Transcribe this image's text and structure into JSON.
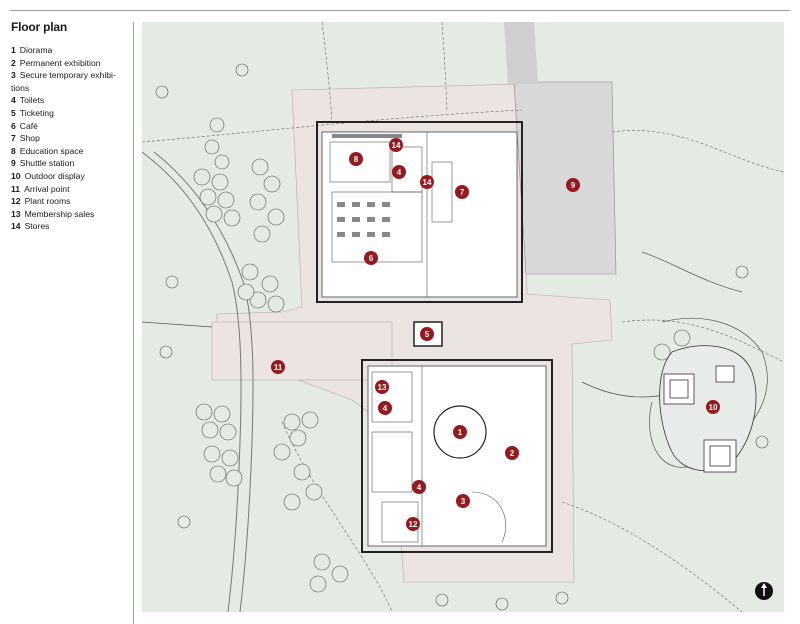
{
  "legend": {
    "title": "Floor plan",
    "items": [
      {
        "num": "1",
        "label": "Diorama"
      },
      {
        "num": "2",
        "label": "Permanent exhibition"
      },
      {
        "num": "3",
        "label": "Secure temporary exhibi­tions"
      },
      {
        "num": "4",
        "label": "Toilets"
      },
      {
        "num": "5",
        "label": "Ticketing"
      },
      {
        "num": "6",
        "label": "Café"
      },
      {
        "num": "7",
        "label": "Shop"
      },
      {
        "num": "8",
        "label": "Education space"
      },
      {
        "num": "9",
        "label": "Shuttle station"
      },
      {
        "num": "10",
        "label": "Outdoor display"
      },
      {
        "num": "11",
        "label": "Arrival point"
      },
      {
        "num": "12",
        "label": "Plant rooms"
      },
      {
        "num": "13",
        "label": "Membership sales"
      },
      {
        "num": "14",
        "label": "Stores"
      }
    ]
  },
  "markers": [
    "8",
    "14",
    "4",
    "14",
    "7",
    "6",
    "9",
    "5",
    "11",
    "13",
    "4",
    "1",
    "2",
    "4",
    "3",
    "12",
    "10"
  ],
  "colors": {
    "marker": "#96191f",
    "landscape": "#e4ebe2",
    "paving": "#ebe4e1",
    "building_line": "#222222",
    "parking": "#d8d8d8"
  },
  "north_icon": "north-arrow-icon"
}
